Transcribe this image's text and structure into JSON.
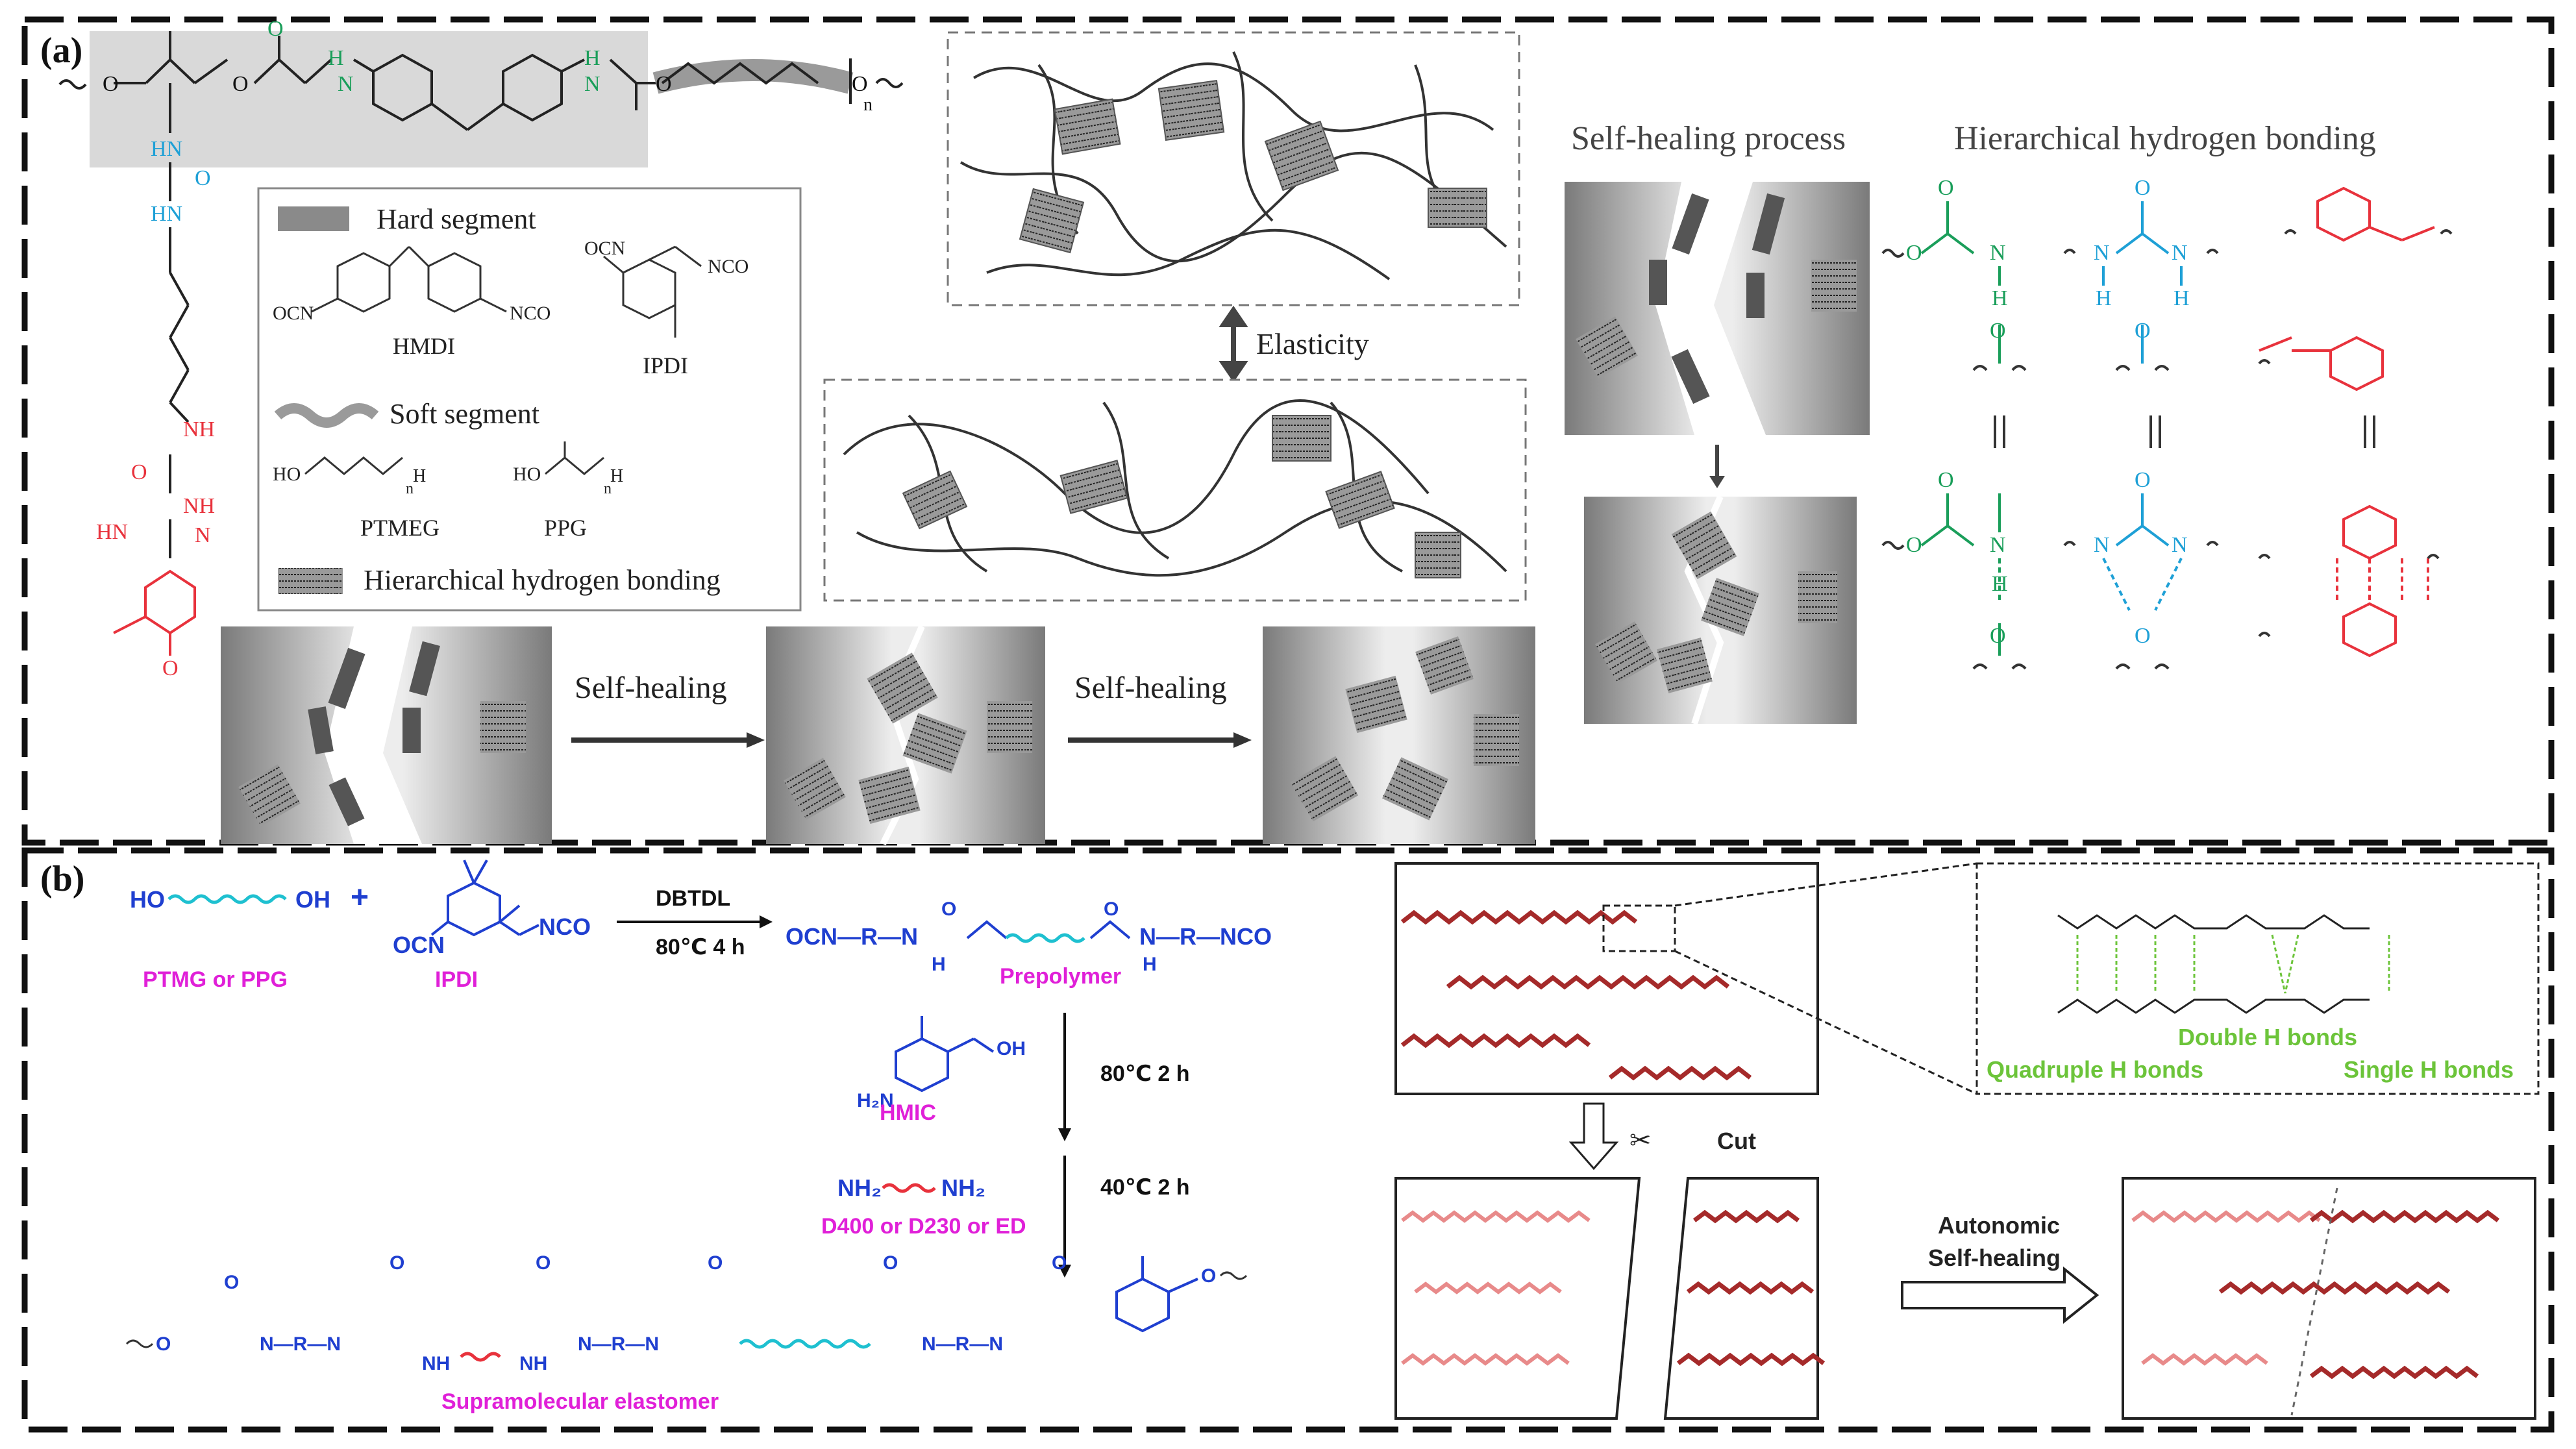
{
  "panel_a": {
    "label": "(a)",
    "legend": {
      "hard_segment": "Hard segment",
      "hmdi": "HMDI",
      "ipdi": "IPDI",
      "soft_segment": "Soft segment",
      "ptmeg": "PTMEG",
      "ppg": "PPG",
      "hbond": "Hierarchical hydrogen bonding",
      "ocn": "OCN",
      "nco": "NCO",
      "ho": "HO",
      "h": "H",
      "n": "n"
    },
    "elasticity": "Elasticity",
    "self_healing_1": "Self-healing",
    "self_healing_2": "Self-healing",
    "self_healing_process": "Self-healing process",
    "hierarchical_hbonding": "Hierarchical hydrogen bonding",
    "atoms": {
      "o": "O",
      "n": "N",
      "h": "H",
      "hn": "HN",
      "nh": "NH"
    }
  },
  "panel_b": {
    "label": "(b)",
    "ho": "HO",
    "oh": "OH",
    "plus": "+",
    "ocn": "OCN",
    "nco": "NCO",
    "catalyst": "DBTDL",
    "cond1": "80℃ 4 h",
    "cond2": "80℃ 2 h",
    "cond3": "40℃ 2 h",
    "ptmg_ppg": "PTMG or PPG",
    "ipdi": "IPDI",
    "prepolymer": "Prepolymer",
    "prepolymer_formula_left": "OCN—R—N",
    "prepolymer_formula_right": "N—R—NCO",
    "hmic": "HMIC",
    "h2n": "H₂N",
    "amine_left": "NH₂",
    "amine_right": "NH₂",
    "diamines": "D400 or D230 or ED",
    "supramolecular": "Supramolecular elastomer",
    "chain_mid": "N—R—N",
    "cut": "Cut",
    "autonomic": "Autonomic",
    "self_healing": "Self-healing",
    "double_h": "Double H bonds",
    "quadruple_h": "Quadruple H bonds",
    "single_h": "Single H bonds"
  },
  "colors": {
    "green": "#1a9e5a",
    "cyan": "#1ea0d6",
    "red": "#e8323c",
    "blue": "#1f3fd0",
    "magenta": "#e020d8",
    "lime": "#6cc43a",
    "chain_red": "#a52a2a",
    "pink": "#e88a8a",
    "gray": "#8a8a8a"
  }
}
